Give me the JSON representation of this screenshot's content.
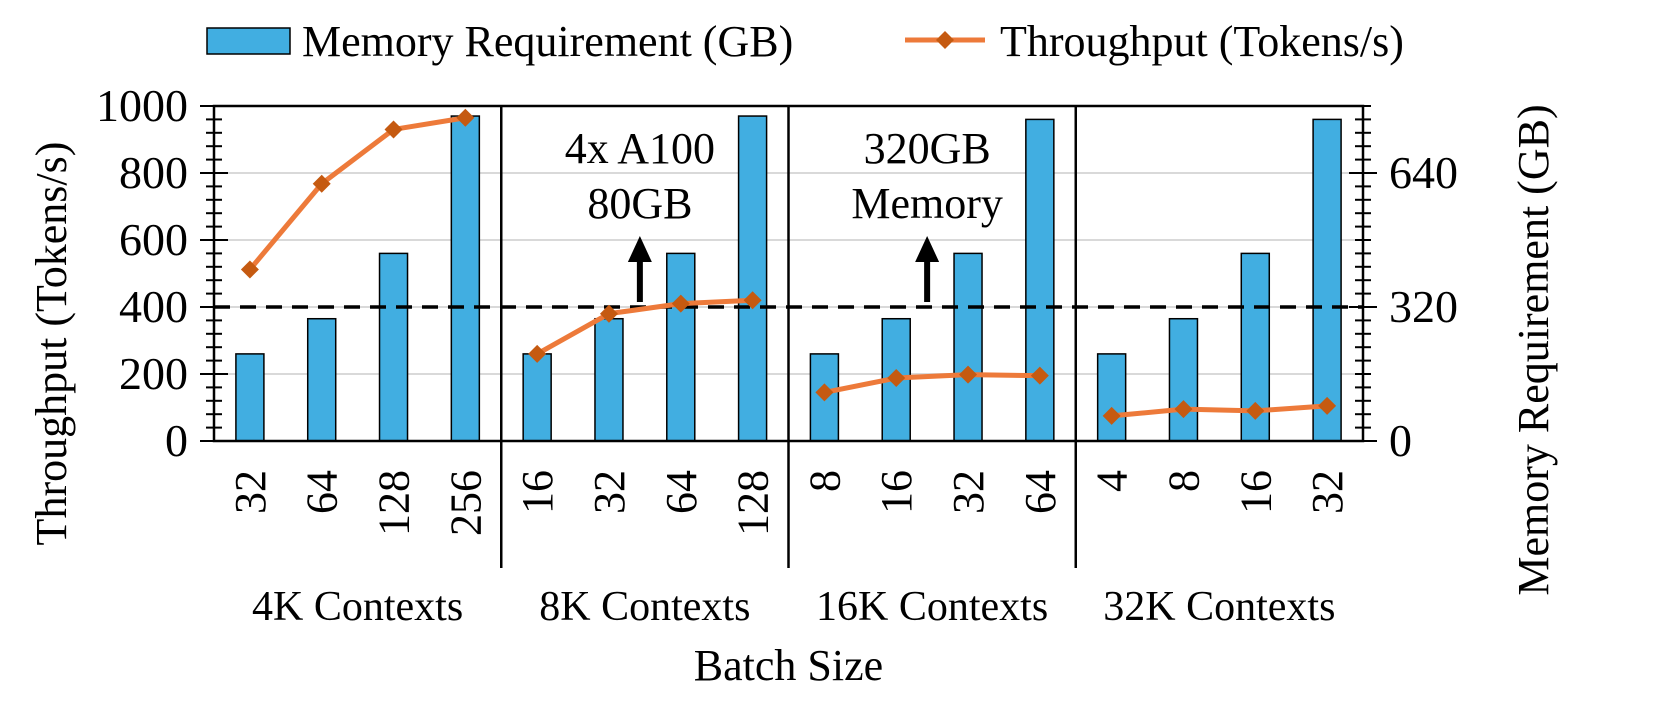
{
  "chart_data": {
    "type": "bar",
    "xlabel": "Batch Size",
    "ylabel_left": "Throughput (Tokens/s)",
    "ylabel_right": "Memory Requirement (GB)",
    "ylim_left": [
      0,
      1000
    ],
    "yticks_left": [
      "0",
      "200",
      "400",
      "600",
      "800",
      "1000"
    ],
    "ylim_right": [
      0,
      800
    ],
    "yticks_right": [
      "0",
      "320",
      "640"
    ],
    "reference_line": {
      "axis": "right",
      "value": 320
    },
    "legend": {
      "placement": "top",
      "bar_label": "Memory Requirement (GB)",
      "line_label": "Throughput (Tokens/s)"
    },
    "colors": {
      "bar": "#41aee1",
      "line": "#ed7a3a",
      "marker": "#c55a11"
    },
    "groups": [
      {
        "label": "4K Contexts",
        "categories": [
          "32",
          "64",
          "128",
          "256"
        ],
        "memory_gb": [
          208,
          292,
          448,
          776
        ],
        "throughput": [
          512,
          768,
          930,
          965
        ]
      },
      {
        "label": "8K Contexts",
        "categories": [
          "16",
          "32",
          "64",
          "128"
        ],
        "memory_gb": [
          208,
          292,
          448,
          776
        ],
        "throughput": [
          260,
          380,
          410,
          420
        ]
      },
      {
        "label": "16K Contexts",
        "categories": [
          "8",
          "16",
          "32",
          "64"
        ],
        "memory_gb": [
          208,
          292,
          448,
          768
        ],
        "throughput": [
          145,
          188,
          198,
          195
        ]
      },
      {
        "label": "32K Contexts",
        "categories": [
          "4",
          "8",
          "16",
          "32"
        ],
        "memory_gb": [
          208,
          292,
          448,
          768
        ],
        "throughput": [
          75,
          95,
          90,
          105
        ]
      }
    ],
    "annotations": [
      {
        "group": 1,
        "lines": [
          "4x A100",
          "80GB"
        ]
      },
      {
        "group": 2,
        "lines": [
          "320GB",
          "Memory"
        ]
      }
    ]
  }
}
